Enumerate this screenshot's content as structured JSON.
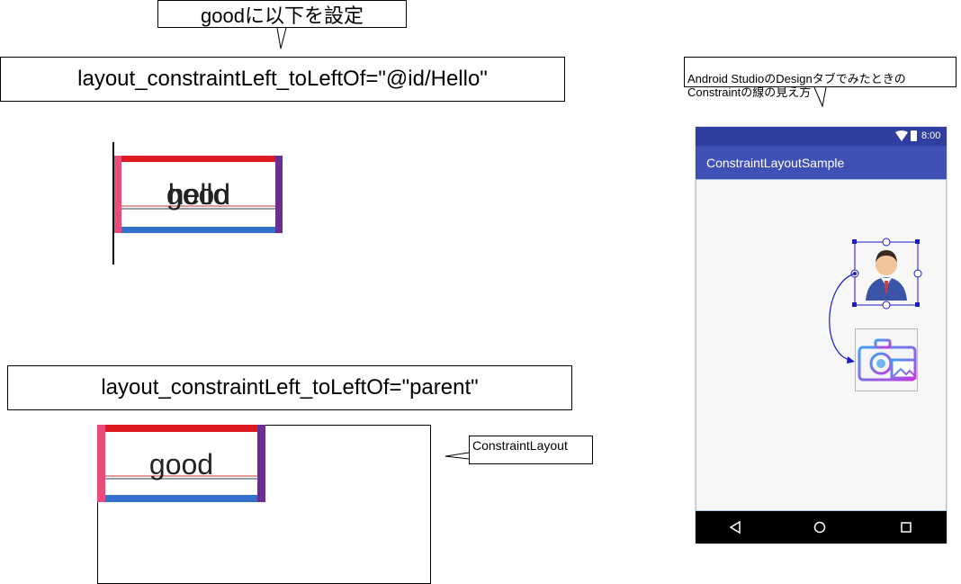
{
  "callout_top": "goodに以下を設定",
  "attr_hello": "layout_constraintLeft_toLeftOf=\"@id/Hello\"",
  "attr_parent": "layout_constraintLeft_toLeftOf=\"parent\"",
  "example1": {
    "word_back": "hello",
    "word_front": "good"
  },
  "example2": {
    "word": "good"
  },
  "label_constraintlayout": "ConstraintLayout",
  "studio_note": "Android StudioのDesignタブでみたときの\nConstraintの線の見え方",
  "phone": {
    "status_time": "8:00",
    "app_title": "ConstraintLayoutSample",
    "nav_icons": [
      "back-icon",
      "home-icon",
      "recents-icon"
    ]
  },
  "colors": {
    "top_bar": "#dd1a22",
    "bottom_bar": "#3370cc",
    "left_bar": "#e84d7a",
    "right_bar": "#6a2f8f",
    "app_bar": "#3f51b5",
    "status_bar": "#303f9f",
    "selection": "#1a1acc"
  }
}
